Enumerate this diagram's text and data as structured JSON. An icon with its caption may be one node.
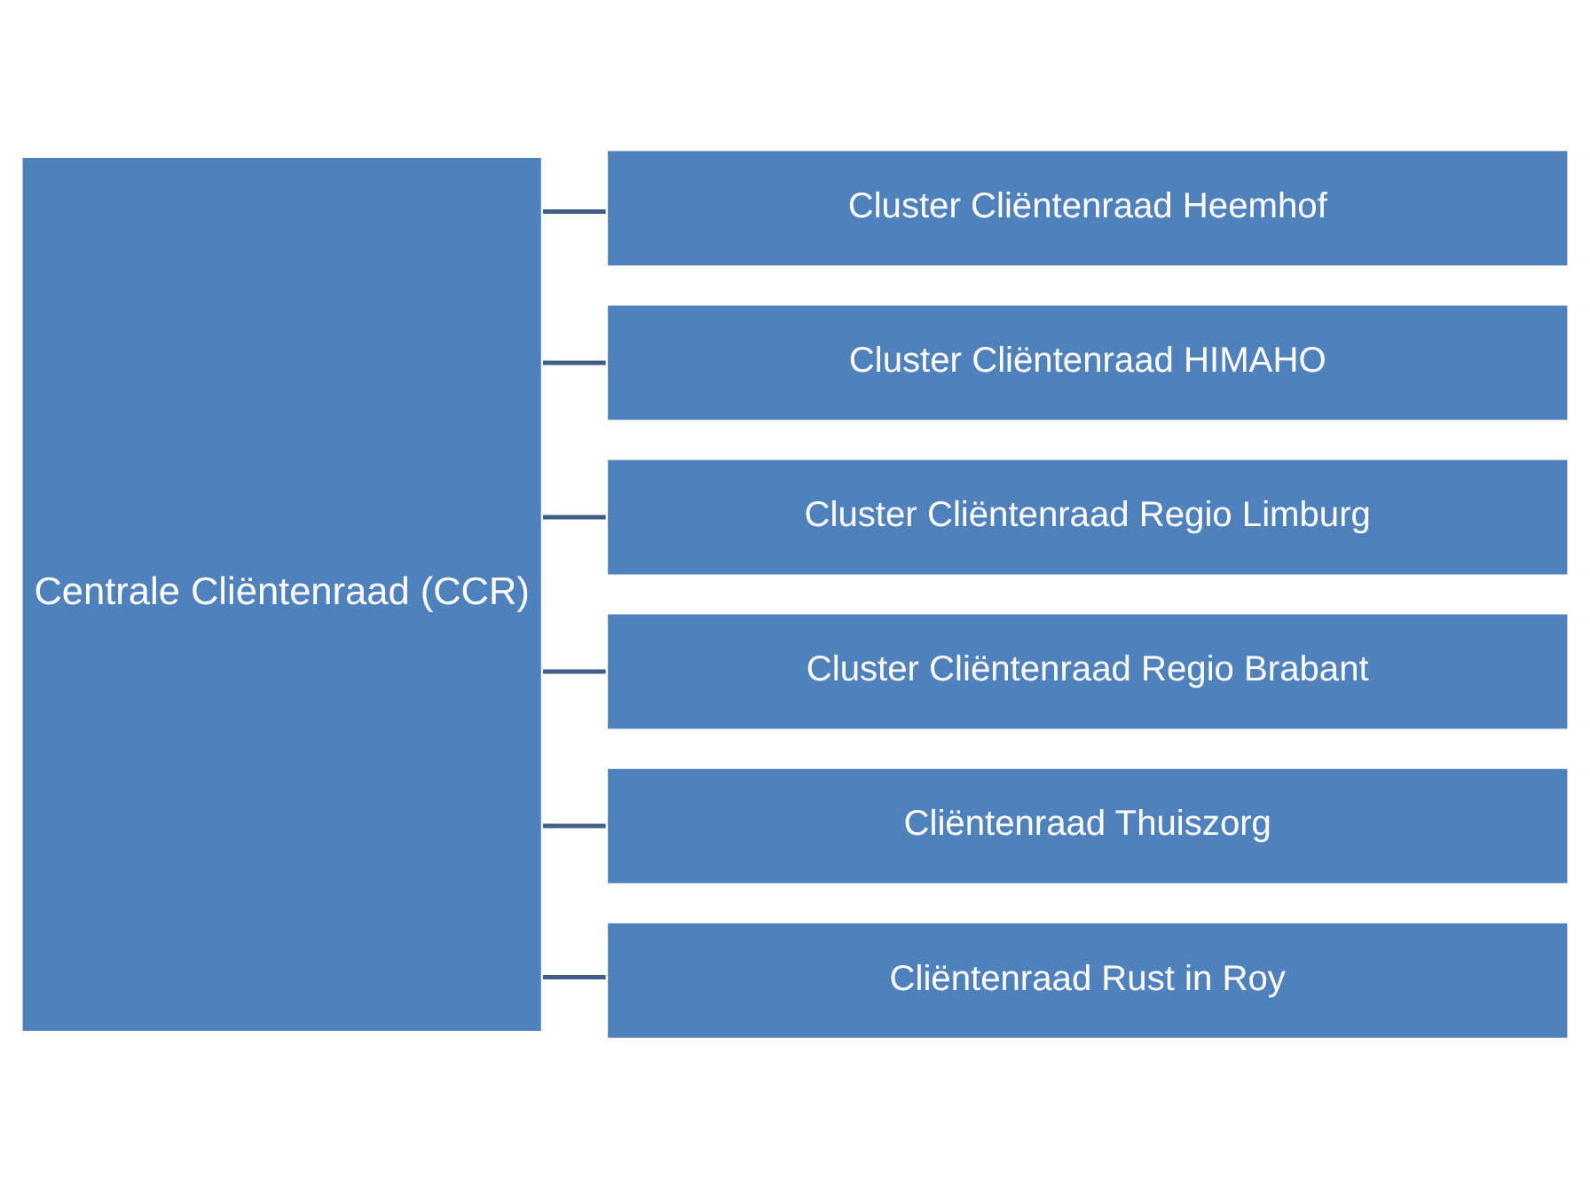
{
  "diagram": {
    "nodes": [
      {
        "text": [
          "Centrale Cliëntenraad (CCR)"
        ]
      },
      {
        "text": [
          "Cluster Cliëntenraad Heemhof"
        ]
      },
      {
        "text": [
          "Cluster Cliëntenraad HIMAHO"
        ]
      },
      {
        "text": [
          "Cluster Cliëntenraad Regio Limburg"
        ]
      },
      {
        "text": [
          "Cluster Cliëntenraad Regio Brabant"
        ]
      },
      {
        "text": [
          "Cliëntenraad Thuiszorg"
        ]
      },
      {
        "text": [
          "Cliëntenraad Rust in Roy"
        ]
      }
    ],
    "edges": [
      {
        "from": 0,
        "to": 1,
        "arrow": "none"
      },
      {
        "from": 0,
        "to": 2,
        "arrow": "none"
      },
      {
        "from": 0,
        "to": 3,
        "arrow": "none"
      },
      {
        "from": 0,
        "to": 4,
        "arrow": "none"
      },
      {
        "from": 0,
        "to": 5,
        "arrow": "none"
      },
      {
        "from": 0,
        "to": 6,
        "arrow": "none"
      }
    ]
  }
}
